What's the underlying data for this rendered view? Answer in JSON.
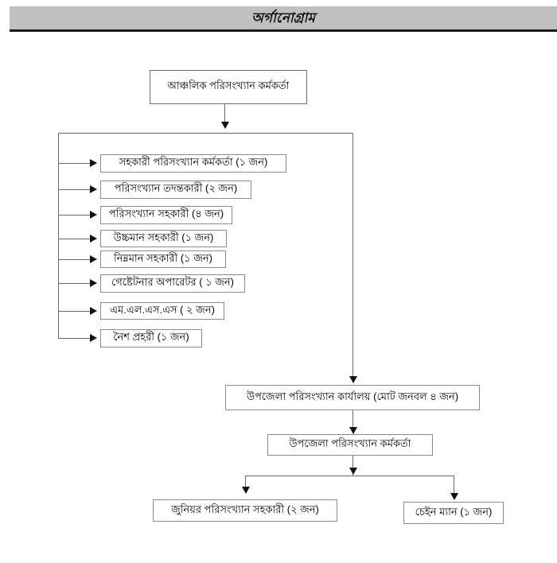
{
  "header": {
    "title": "অর্গানোগ্রাম",
    "background": "#c0c0c0"
  },
  "chart": {
    "root": {
      "label": "আঞ্চলিক পরিসংখ্যান কর্মকর্তা"
    },
    "regional_staff": [
      {
        "label": "সহকারী পরিসংখ্যান কর্মকর্তা (১ জন)",
        "count": "১ জন"
      },
      {
        "label": "পরিসংখ্যান তদন্তকারী (২ জন)",
        "count": "২ জন"
      },
      {
        "label": "পরিসংখ্যান সহকারী (৪ জন)",
        "count": "৪ জন"
      },
      {
        "label": "উচ্চমান সহকারী (১ জন)",
        "count": "১ জন"
      },
      {
        "label": "নিম্নমান সহকারী (১ জন)",
        "count": "১ জন"
      },
      {
        "label": "গেষ্টেটনার অপারেটর ( ১ জন)",
        "count": "১ জন"
      },
      {
        "label": "এম.এল.এস.এস ( ২ জন)",
        "count": "২ জন"
      },
      {
        "label": "নৈশ প্রহরী (১ জন)",
        "count": "১ জন"
      }
    ],
    "upazila_office": {
      "label": "উপজেলা পরিসংখ্যান কার্যালয় (মোট জনবল ৪ জন)"
    },
    "upazila_officer": {
      "label": "উপজেলা পরিসংখ্যান কর্মকর্তা"
    },
    "upazila_staff": [
      {
        "label": "জুনিয়র পরিসংখ্যান সহকারী (২ জন)",
        "count": "২ জন"
      },
      {
        "label": "চেইন ম্যান (১ জন)",
        "count": "১ জন"
      }
    ]
  }
}
